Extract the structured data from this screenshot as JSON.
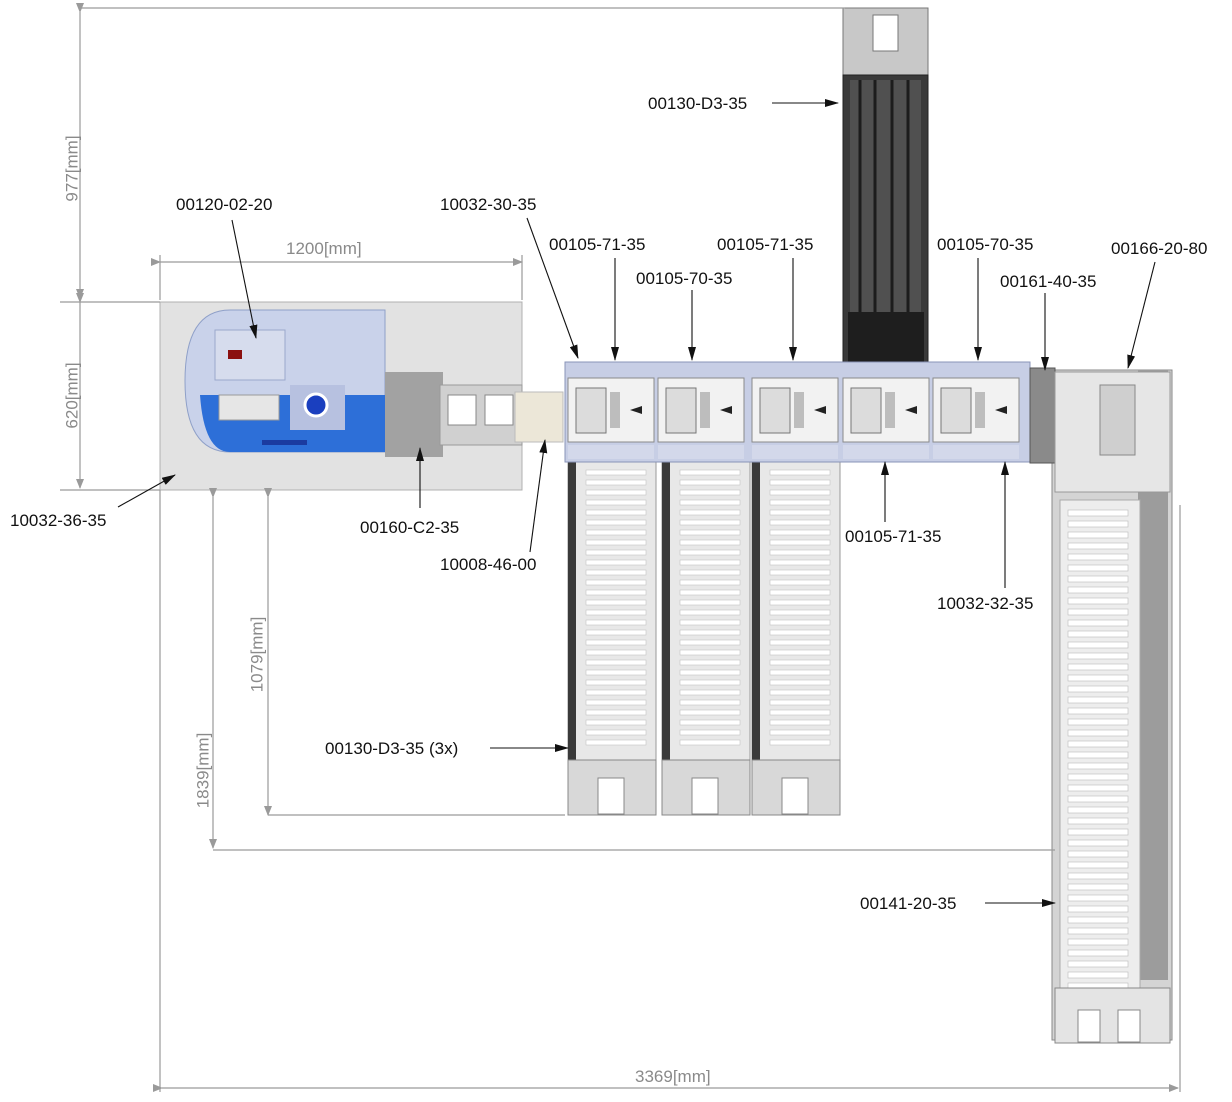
{
  "colors": {
    "dimension_line": "#9a9a9a",
    "frame": "#a8a8a8",
    "module_blue": "#b9c3e0",
    "dark_conveyor": "#2a2a2a",
    "analyzer_blue": "#2d6fd8",
    "leader": "#111111"
  },
  "dimensions": {
    "height_top": "977[mm]",
    "height_left": "620[mm]",
    "width_analyzer": "1200[mm]",
    "height_rack": "1079[mm]",
    "height_total": "1839[mm]",
    "width_total": "3369[mm]"
  },
  "labels": {
    "analyzer_top": "00120-02-20",
    "connector": "10032-30-35",
    "module_1": "00105-71-35",
    "module_2": "00105-70-35",
    "module_3": "00105-71-35",
    "module_5": "00105-70-35",
    "end_right": "00166-20-80",
    "end_unit": "00161-40-35",
    "top_stack": "00130-D3-35",
    "analyzer_base": "10032-36-35",
    "loader": "00160-C2-35",
    "adapter": "10008-46-00",
    "module_4": "00105-71-35",
    "connector_right": "10032-32-35",
    "stack_bottom": "00130-D3-35 (3x)",
    "right_stack": "00141-20-35"
  }
}
